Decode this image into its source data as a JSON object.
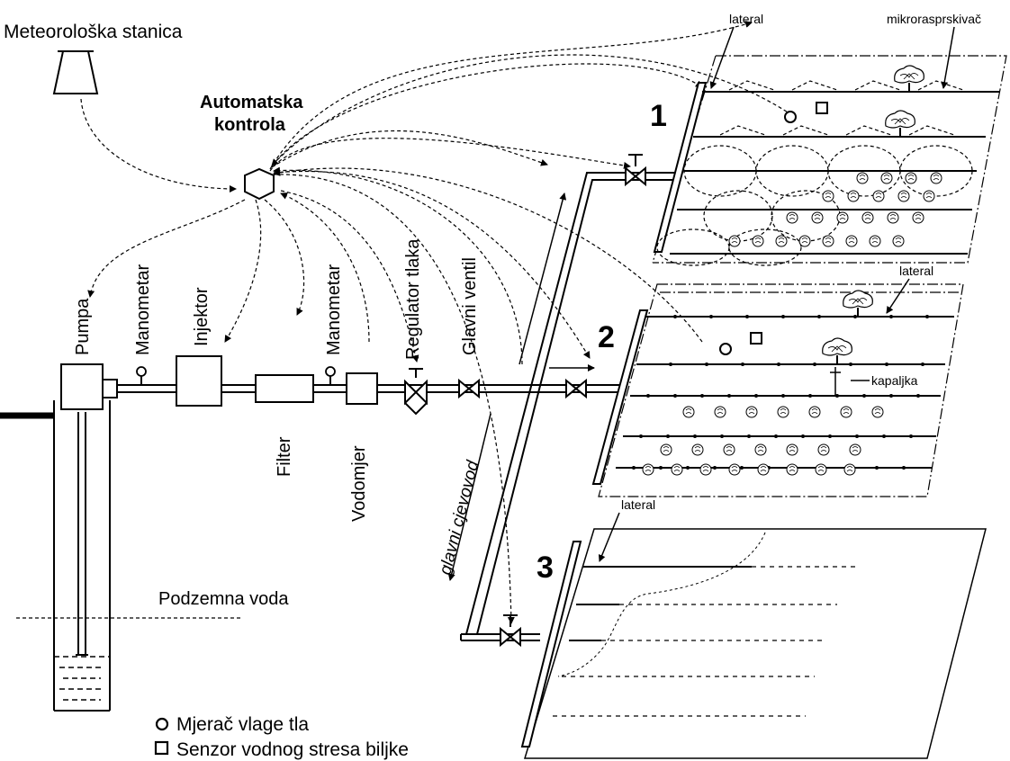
{
  "labels": {
    "weather_station": "Meteorološka stanica",
    "auto_control_line1": "Automatska",
    "auto_control_line2": "kontrola",
    "pump": "Pumpa",
    "manometer1": "Manometar",
    "injector": "Injektor",
    "manometer2": "Manometar",
    "pressure_regulator": "Regulator tlaka",
    "main_valve": "Glavni ventil",
    "filter": "Filter",
    "water_meter": "Vodomjer",
    "main_pipeline": "glavni cjevovod",
    "groundwater": "Podzemna voda",
    "lateral_top": "lateral",
    "lateral_mid": "lateral",
    "lateral_bottom": "lateral",
    "micro_sprinkler": "mikrorasprskivač",
    "dripper": "kapaljka",
    "zone1": "1",
    "zone2": "2",
    "zone3": "3"
  },
  "legend": {
    "soil_moisture": "Mjerač vlage tla",
    "plant_stress": "Senzor vodnog stresa biljke"
  }
}
